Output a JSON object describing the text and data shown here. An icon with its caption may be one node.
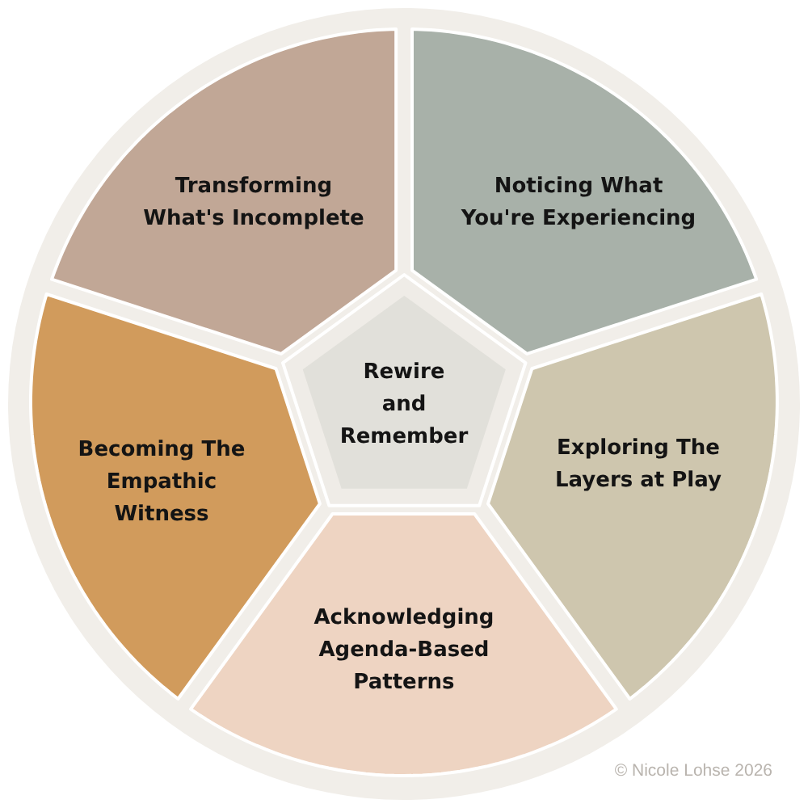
{
  "diagram": {
    "nodes": [
      {
        "text": [
          "Transforming What's Incomplete"
        ]
      },
      {
        "text": [
          "Noticing What You're Experiencing"
        ]
      },
      {
        "text": [
          "Becoming The Empathic Witness"
        ]
      },
      {
        "text": [
          "Rewire and Remember"
        ]
      },
      {
        "text": [
          "Exploring The Layers at Play"
        ]
      },
      {
        "text": [
          "Acknowledging Agenda-Based Patterns"
        ]
      }
    ],
    "labels": [
      "© Nicole Lohse 2026"
    ]
  }
}
